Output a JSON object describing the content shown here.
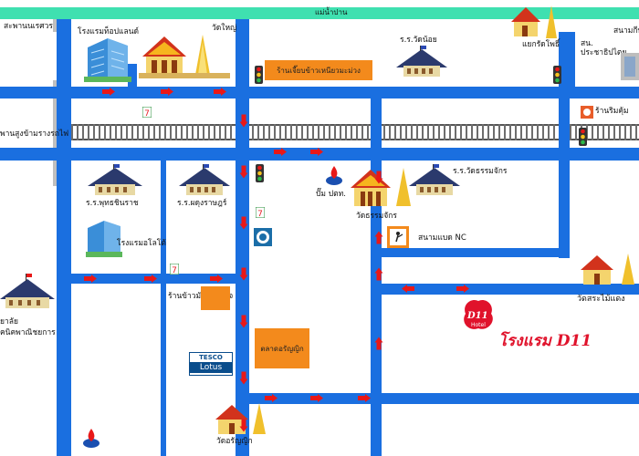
{
  "map": {
    "river_label": "แม่น้ำปาน",
    "bridge_top_label": "สะพานนเรศวร",
    "bridge_left_label": "พานสูงข้ามรางรถไฟ",
    "places": {
      "hotel_top": "โรงแรมท็อปแลนด์",
      "wat_yai": "วัดใหญ่",
      "school_watnoi": "ร.ร.วัดน้อย",
      "intersection": "แยกรัดโพธิ์",
      "sanamkila": "สนามกีฬ",
      "sor_nor": "สน.",
      "prachatham": "ประชาธิปไตย",
      "shop_top": "ร้านเจี๊ยบข้าวเหนียวมะม่วง",
      "shop_right": "ร้านริมคุ้ม",
      "school_puthachinarat": "ร.ร.พุทธชินราช",
      "school_phadung": "ร.ร.ผดุงราษฎร์",
      "ptt_label": "ปั๊ม ปตท.",
      "wat_tham": "วัดธรรมจักร",
      "school_wattham": "ร.ร.วัดธรรมจักร",
      "hotel_lobo": "โรงแรมอโลโต้",
      "badminton": "สนามแบด NC",
      "wat_right": "วัดสระไม้แดง",
      "school_left_1": "ยาลัย",
      "school_left_2": "คนิคพาณิชยการ",
      "shop_mid": "ร้านข้าวมันไก่พ่อใจ",
      "market": "ตลาดอรัญญิก",
      "tesco_1": "TESCO",
      "tesco_2": "Lotus",
      "hotel_d11": "โรงแรม D11",
      "d11_logo": "D11",
      "d11_logo_sub": "Hotel",
      "wat_bottom": "วัดอรัญญิก",
      "seven_eleven": "7"
    },
    "colors": {
      "road": "#1a6fe0",
      "river": "#3fe0b0",
      "arrow": "#e81818",
      "box": "#f38a1c",
      "hotel_red": "#e0122b"
    }
  }
}
